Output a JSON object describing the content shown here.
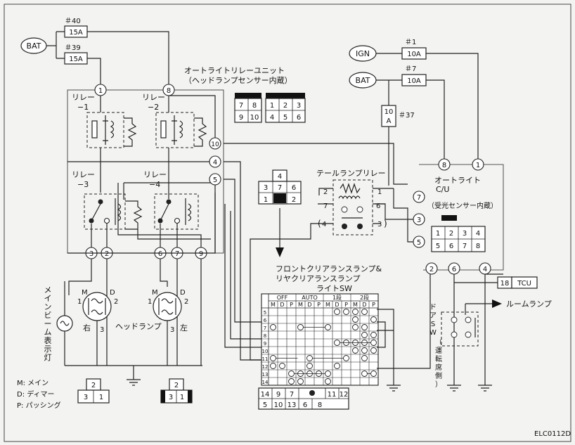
{
  "fuses": {
    "f40_no": "＃40",
    "f40_rating": "15A",
    "f39_no": "＃39",
    "f39_rating": "15A",
    "f1_no": "＃1",
    "f1_rating": "10A",
    "f7_no": "＃7",
    "f7_rating": "10A",
    "f37_no": "＃37",
    "f37_rating_top": "10",
    "f37_rating_bottom": "A"
  },
  "sources": {
    "bat": "BAT",
    "ign": "IGN"
  },
  "relay_unit": {
    "title_line1": "オートライトリレーユニット",
    "title_line2": "（ヘッドランプセンサー内蔵）",
    "relay1_line1": "リレー",
    "relay1_line2": "−1",
    "relay2_line1": "リレー",
    "relay2_line2": "−2",
    "relay3_line1": "リレー",
    "relay3_line2": "−3",
    "relay4_line1": "リレー",
    "relay4_line2": "−4",
    "pins": [
      "1",
      "8",
      "10",
      "4",
      "5",
      "3",
      "2",
      "6",
      "7",
      "9"
    ],
    "conn_left": [
      "7",
      "8",
      "9",
      "10"
    ],
    "conn_right": [
      "1",
      "2",
      "3",
      "4",
      "5",
      "6"
    ]
  },
  "tail_relay": {
    "title": "テールランプリレー",
    "pins": [
      "2",
      "1",
      "7",
      "6",
      "4",
      "3"
    ],
    "conn": [
      "4",
      "3",
      "7",
      "6",
      "1",
      "2"
    ]
  },
  "auto_light": {
    "title_line1": "オートライト",
    "title_line2": "C/U",
    "title_line3": "（受光センサー内蔵）",
    "pins": [
      "8",
      "1",
      "7",
      "3",
      "5",
      "2",
      "6",
      "4"
    ],
    "conn": [
      "1",
      "2",
      "3",
      "4",
      "5",
      "6",
      "7",
      "8"
    ]
  },
  "switch": {
    "title_line1": "フロントクリアランスランプ&",
    "title_line2": "リヤクリアランスランプ",
    "title_line3": "ライトSW",
    "groups": [
      "OFF",
      "AUTO",
      "1段",
      "2段"
    ],
    "positions": [
      "M",
      "D",
      "P",
      "M",
      "D",
      "P",
      "M",
      "D",
      "P",
      "M",
      "D",
      "P"
    ],
    "rows": [
      "5",
      "6",
      "7",
      "8",
      "9",
      "10",
      "11",
      "12",
      "13",
      "14"
    ],
    "conn_top": [
      "14",
      "9",
      "7",
      "",
      "11",
      "12"
    ],
    "conn_bottom": [
      "5",
      "10",
      "13",
      "6",
      "8"
    ]
  },
  "headlamp": {
    "label": "ヘッドランプ",
    "right": "右",
    "left": "左",
    "pin_m": "M",
    "pin_d": "D",
    "pins": [
      "1",
      "2",
      "3"
    ],
    "conn_top": "2",
    "conn_bottom": [
      "3",
      "1"
    ]
  },
  "indicator": {
    "chars": [
      "メ",
      "イ",
      "ン",
      "ビ",
      "ー",
      "ム",
      "表",
      "示",
      "灯"
    ]
  },
  "door_switch": {
    "chars": [
      "ド",
      "ア",
      "S",
      "W"
    ],
    "sub_chars": [
      "（",
      "運",
      "転",
      "席",
      "側",
      "）"
    ]
  },
  "tcu": {
    "pin": "18",
    "label": "TCU"
  },
  "room_lamp": "ルームランプ",
  "legend": {
    "m": "M: メイン",
    "d": "D: ディマー",
    "p": "P: パッシング"
  },
  "diagram_id": "ELC0112D"
}
